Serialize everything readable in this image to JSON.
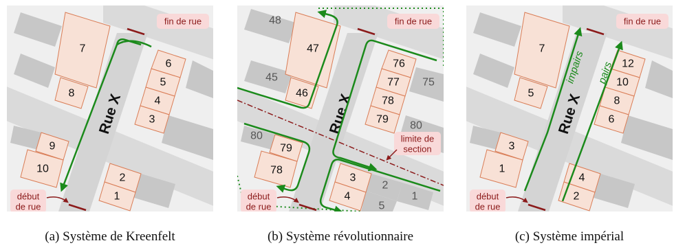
{
  "street_name": "Rue X",
  "label_end": "fin de rue",
  "label_start_line1": "début",
  "label_start_line2": "de rue",
  "label_section_line1": "limite de",
  "label_section_line2": "section",
  "label_odd": "impairs",
  "label_even": "pairs",
  "colors": {
    "house_fill": "#f8e1d6",
    "house_stroke": "#d97c55",
    "building_gray": "#c7c7c7",
    "road": "#dadada",
    "route_green": "#1b8a1b",
    "label_red": "#8b1a1a",
    "label_bg": "#f9d9d9"
  },
  "panels": [
    {
      "caption": "(a) Système de Kreenfelt",
      "houses": [
        "7",
        "8",
        "6",
        "5",
        "4",
        "3",
        "9",
        "10",
        "2",
        "1"
      ]
    },
    {
      "caption": "(b) Système révolutionnaire",
      "houses": [
        "47",
        "46",
        "76",
        "77",
        "78",
        "79",
        "79",
        "78",
        "3",
        "4"
      ],
      "gray_numbers": [
        "48",
        "45",
        "75",
        "80",
        "80",
        "2",
        "1",
        "5"
      ]
    },
    {
      "caption": "(c) Système impérial",
      "houses": [
        "7",
        "5",
        "12",
        "10",
        "8",
        "6",
        "3",
        "1",
        "4",
        "2"
      ]
    }
  ]
}
